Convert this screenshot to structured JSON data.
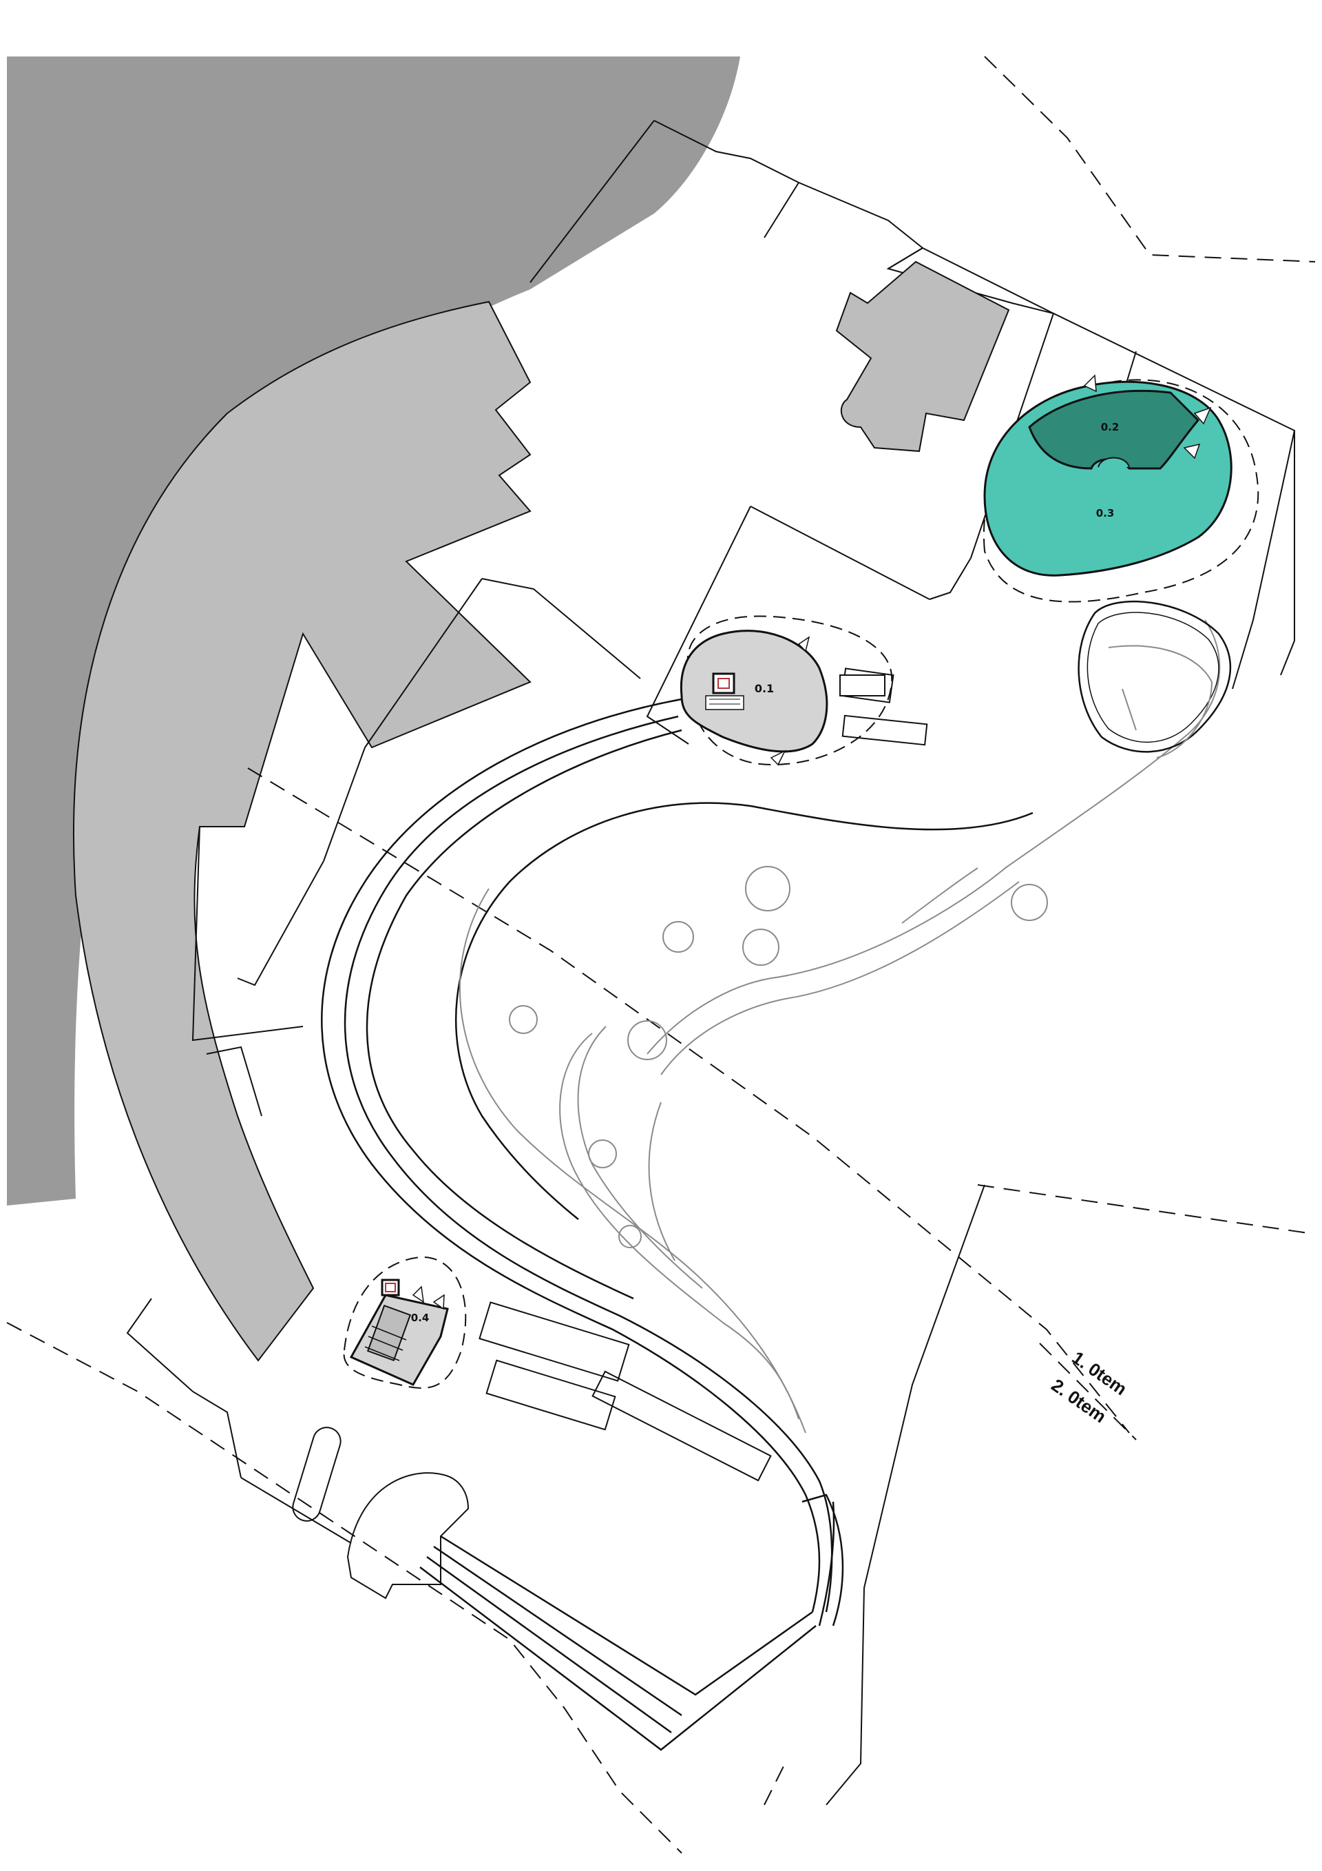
{
  "plan": {
    "colors": {
      "background": "#ffffff",
      "dark_mass": "#9a9a9a",
      "mid_mass": "#bdbdbd",
      "pavilion_light": "#d4d4d4",
      "teal_light": "#4fc5b4",
      "teal_dark": "#2f8a78",
      "line": "#111111",
      "thin_line": "#8a8a8a"
    },
    "pavilions": [
      {
        "id": "0.1",
        "label": "0.1",
        "fill": "pavilion_light"
      },
      {
        "id": "0.2",
        "label": "0.2",
        "fill": "teal_dark"
      },
      {
        "id": "0.3",
        "label": "0.3",
        "fill": "teal_light"
      },
      {
        "id": "0.4",
        "label": "0.4",
        "fill": "pavilion_light"
      }
    ],
    "stage_labels": {
      "first": "1. 0tem",
      "second": "2. 0tem"
    }
  }
}
